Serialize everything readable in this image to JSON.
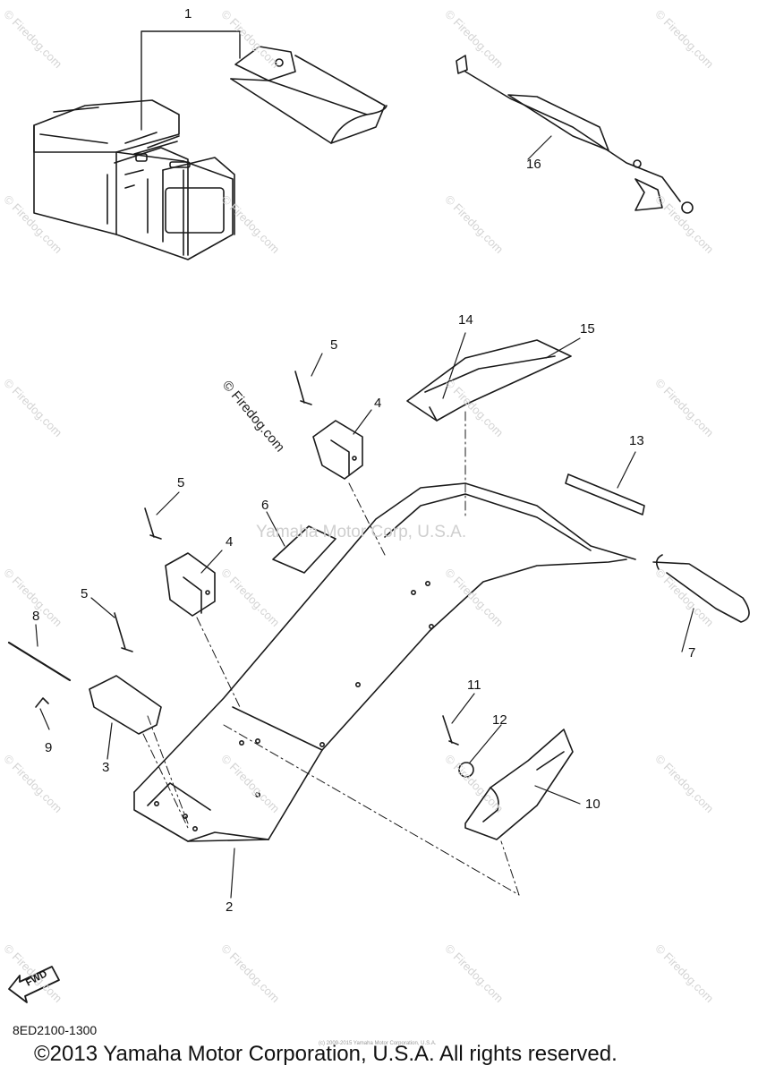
{
  "diagram": {
    "callouts": [
      "1",
      "2",
      "3",
      "4",
      "4",
      "5",
      "5",
      "5",
      "6",
      "7",
      "8",
      "9",
      "10",
      "11",
      "12",
      "13",
      "14",
      "15",
      "16"
    ],
    "watermark_text": "© Firedog.com",
    "watermark_center": "Yamaha Motor Corp, U.S.A.",
    "fwd_label": "FWD",
    "part_code": "8ED2100-1300",
    "tiny_credit": "(c) 2009-2015 Yamaha Motor Corporation, U.S.A.",
    "copyright": "©2013 Yamaha Motor Corporation, U.S.A. All rights reserved."
  }
}
